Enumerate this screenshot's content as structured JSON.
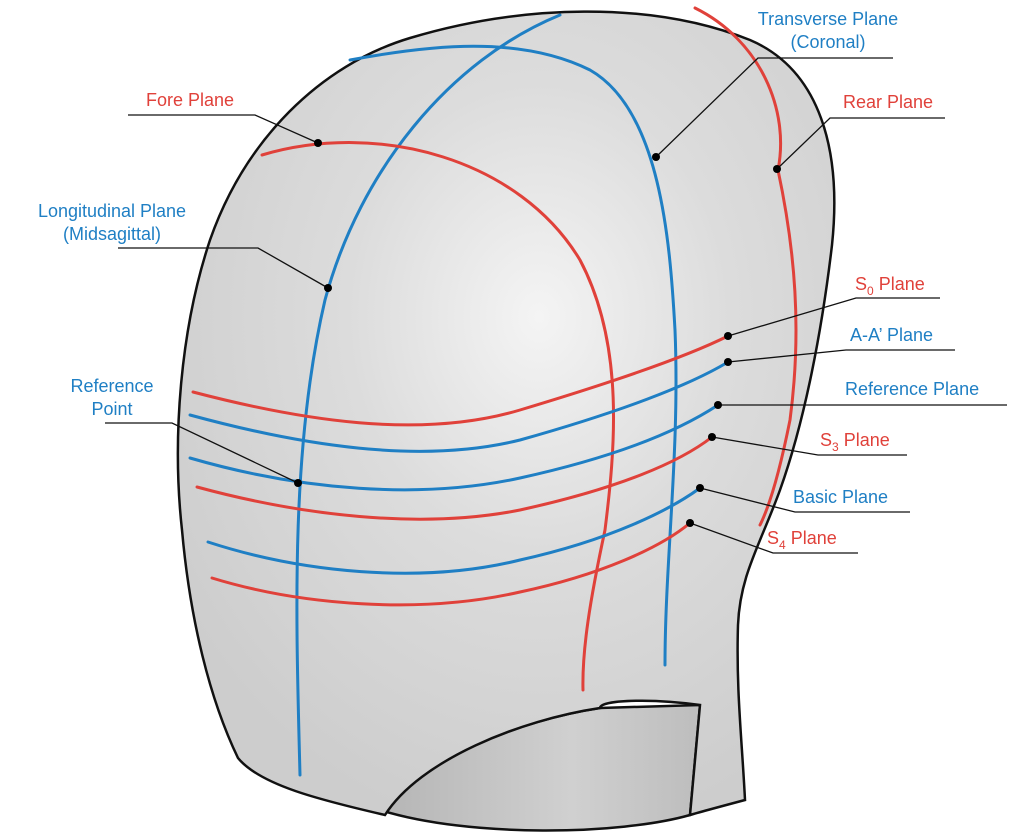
{
  "colors": {
    "red": "#e0413a",
    "blue": "#1f7fc4",
    "head_fill": "#d9d9d9",
    "outline": "#111111"
  },
  "labels": {
    "transverse_line1": "Transverse Plane",
    "transverse_line2": "(Coronal)",
    "fore": "Fore Plane",
    "rear": "Rear Plane",
    "longitudinal_line1": "Longitudinal Plane",
    "longitudinal_line2": "(Midsagittal)",
    "s0_prefix": "S",
    "s0_sub": "0",
    "s0_suffix": " Plane",
    "aa": "A-A’ Plane",
    "reference_plane": "Reference Plane",
    "s3_prefix": "S",
    "s3_sub": "3",
    "s3_suffix": " Plane",
    "basic": "Basic Plane",
    "s4_prefix": "S",
    "s4_sub": "4",
    "s4_suffix": " Plane",
    "reference_point_line1": "Reference",
    "reference_point_line2": "Point"
  }
}
